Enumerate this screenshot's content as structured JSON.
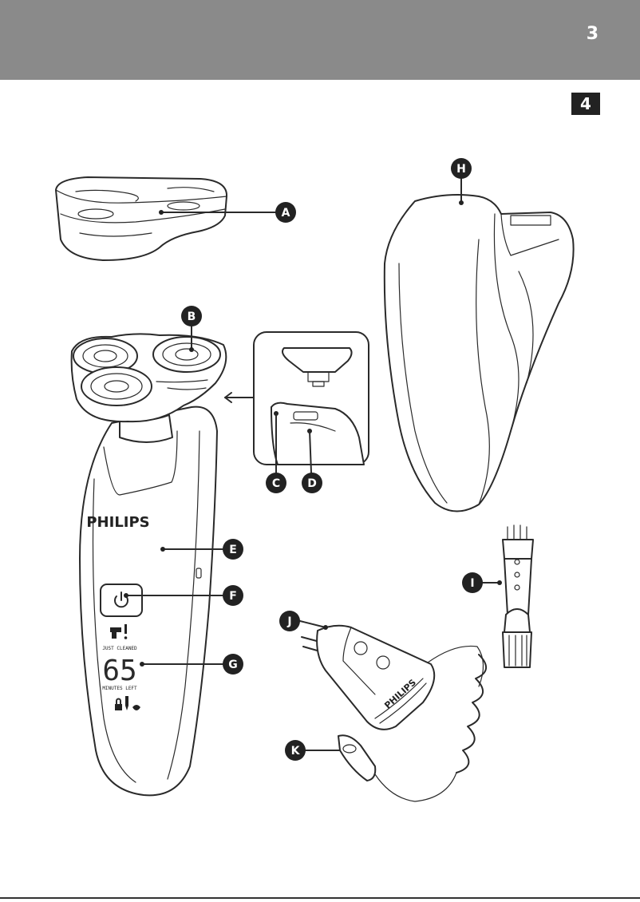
{
  "page": {
    "number": "3",
    "figure_number": "4"
  },
  "device": {
    "brand": "PHILIPS",
    "charger_brand": "PHILIPS",
    "display": {
      "digits": "65",
      "top_text": "JUST CLEANED",
      "bottom_text": "MINUTES LEFT"
    }
  },
  "callouts": {
    "A": "A",
    "B": "B",
    "C": "C",
    "D": "D",
    "E": "E",
    "F": "F",
    "G": "G",
    "H": "H",
    "I": "I",
    "J": "J",
    "K": "K"
  },
  "icons": [
    "power-icon",
    "faucet-icon",
    "lock-icon",
    "plug-icon",
    "travel-icon",
    "arrow-left-icon"
  ]
}
